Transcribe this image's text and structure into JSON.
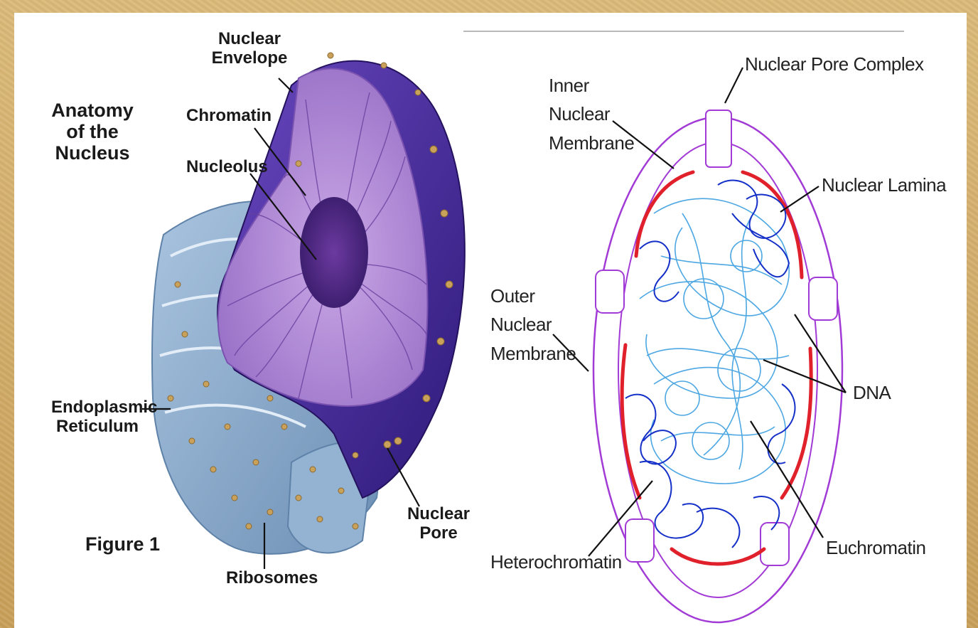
{
  "left_figure": {
    "title_lines": [
      "Anatomy",
      "of the",
      "Nucleus"
    ],
    "figure_label": "Figure 1",
    "labels": {
      "nuclear_envelope": [
        "Nuclear",
        "Envelope"
      ],
      "chromatin": "Chromatin",
      "nucleolus": "Nucleolus",
      "endoplasmic_reticulum": [
        "Endoplasmic",
        "Reticulum"
      ],
      "ribosomes": "Ribosomes",
      "nuclear_pore": [
        "Nuclear",
        "Pore"
      ]
    },
    "colors": {
      "envelope": "#4a2a9c",
      "interior": "#b48fd6",
      "nucleolus": "#5a2d8a",
      "er": "#8fb0d0",
      "ribosome": "#c9a15a"
    }
  },
  "right_figure": {
    "labels": {
      "nuclear_pore_complex": "Nuclear Pore Complex",
      "inner_nuclear_membrane": [
        "Inner",
        "Nuclear",
        "Membrane"
      ],
      "nuclear_lamina": "Nuclear Lamina",
      "outer_nuclear_membrane": [
        "Outer",
        "Nuclear",
        "Membrane"
      ],
      "dna": "DNA",
      "heterochromatin": "Heterochromatin",
      "euchromatin": "Euchromatin"
    },
    "colors": {
      "membrane": "#a23bd6",
      "lamina": "#e0202a",
      "heterochromatin": "#1530c8",
      "euchromatin": "#3a9ee0"
    }
  }
}
